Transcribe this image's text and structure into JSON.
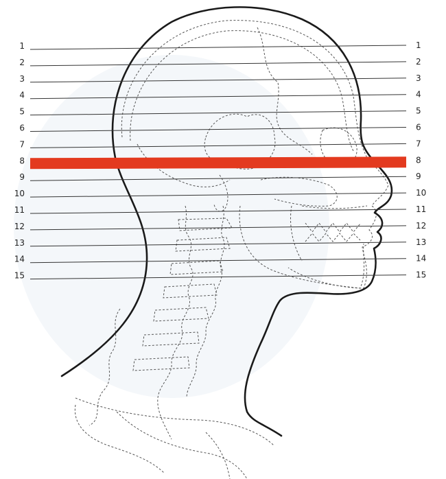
{
  "diagram": {
    "slice_labels": [
      "1",
      "2",
      "3",
      "4",
      "5",
      "6",
      "7",
      "8",
      "9",
      "10",
      "11",
      "12",
      "13",
      "14",
      "15"
    ],
    "highlighted_slice": "8",
    "highlight_color": "#e33a1f",
    "line_color": "#333333"
  }
}
